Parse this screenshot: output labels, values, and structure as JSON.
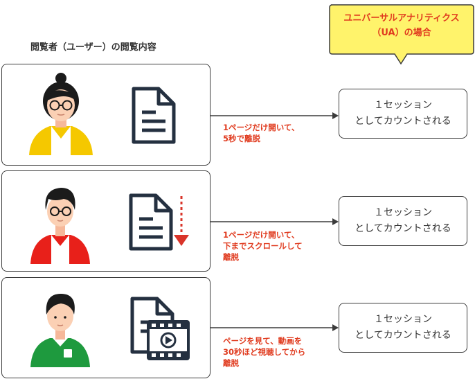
{
  "header": {
    "viewer_title": "閲覧者（ユーザー）の閲覧内容"
  },
  "callout": {
    "line1": "ユニバーサルアナリティクス",
    "line2": "（UA）の場合",
    "color": "#fff36b"
  },
  "colors": {
    "accent_red": "#e03a1e",
    "line": "#3b3b3b"
  },
  "rows": [
    {
      "action_lines": [
        "1ページだけ開いて、",
        "5秒で離脱"
      ],
      "result_lines": [
        "１セッション",
        "としてカウントされる"
      ],
      "shirt_color": "#f5c800",
      "icon": "document-icon"
    },
    {
      "action_lines": [
        "1ページだけ開いて、",
        "下までスクロールして",
        "離脱"
      ],
      "result_lines": [
        "１セッション",
        "としてカウントされる"
      ],
      "shirt_color": "#e8201a",
      "icon": "document-scroll-icon"
    },
    {
      "action_lines": [
        "ページを見て、動画を",
        "30秒ほど視聴してから",
        "離脱"
      ],
      "result_lines": [
        "１セッション",
        "としてカウントされる"
      ],
      "shirt_color": "#1e9a3e",
      "icon": "document-video-icon"
    }
  ]
}
